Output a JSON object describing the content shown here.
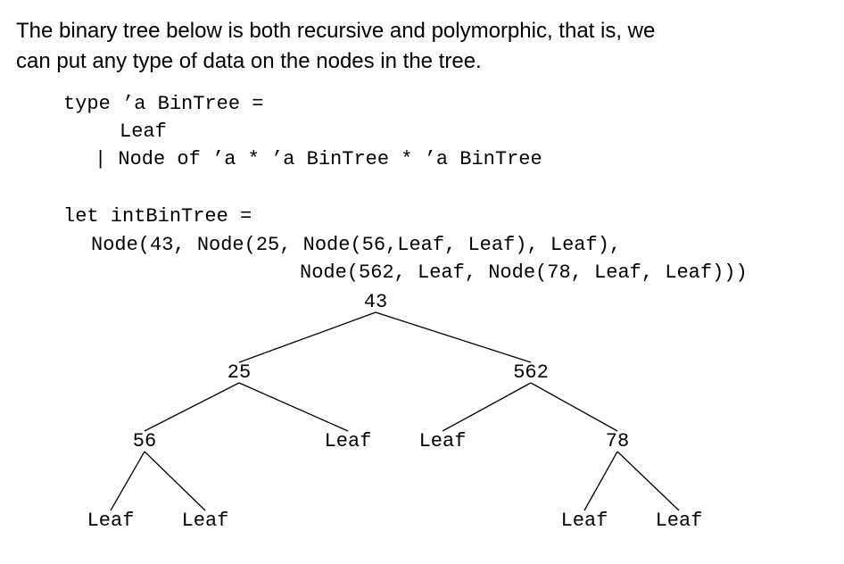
{
  "intro": {
    "line1": "The binary tree below is both recursive and polymorphic, that is, we",
    "line2": "can put any type of data on the nodes in the tree."
  },
  "code": {
    "type_decl": "type ’a BinTree =",
    "leaf_case": "Leaf",
    "node_case": "| Node of ’a * ’a BinTree * ’a BinTree",
    "let_decl": "let intBinTree =",
    "expr_line1": "Node(43, Node(25, Node(56,Leaf, Leaf), Leaf),",
    "expr_line2": "Node(562, Leaf, Node(78, Leaf, Leaf)))"
  },
  "tree": {
    "nodes": [
      {
        "id": "n43",
        "label": "43"
      },
      {
        "id": "n25",
        "label": "25"
      },
      {
        "id": "n562",
        "label": "562"
      },
      {
        "id": "n56",
        "label": "56"
      },
      {
        "id": "leafA",
        "label": "Leaf"
      },
      {
        "id": "leafB",
        "label": "Leaf"
      },
      {
        "id": "n78",
        "label": "78"
      },
      {
        "id": "leaf56L",
        "label": "Leaf"
      },
      {
        "id": "leaf56R",
        "label": "Leaf"
      },
      {
        "id": "leaf78L",
        "label": "Leaf"
      },
      {
        "id": "leaf78R",
        "label": "Leaf"
      }
    ],
    "edges": [
      {
        "from": "n43",
        "to": "n25"
      },
      {
        "from": "n43",
        "to": "n562"
      },
      {
        "from": "n25",
        "to": "n56"
      },
      {
        "from": "n25",
        "to": "leafA"
      },
      {
        "from": "n562",
        "to": "leafB"
      },
      {
        "from": "n562",
        "to": "n78"
      },
      {
        "from": "n56",
        "to": "leaf56L"
      },
      {
        "from": "n56",
        "to": "leaf56R"
      },
      {
        "from": "n78",
        "to": "leaf78L"
      },
      {
        "from": "n78",
        "to": "leaf78R"
      }
    ]
  }
}
